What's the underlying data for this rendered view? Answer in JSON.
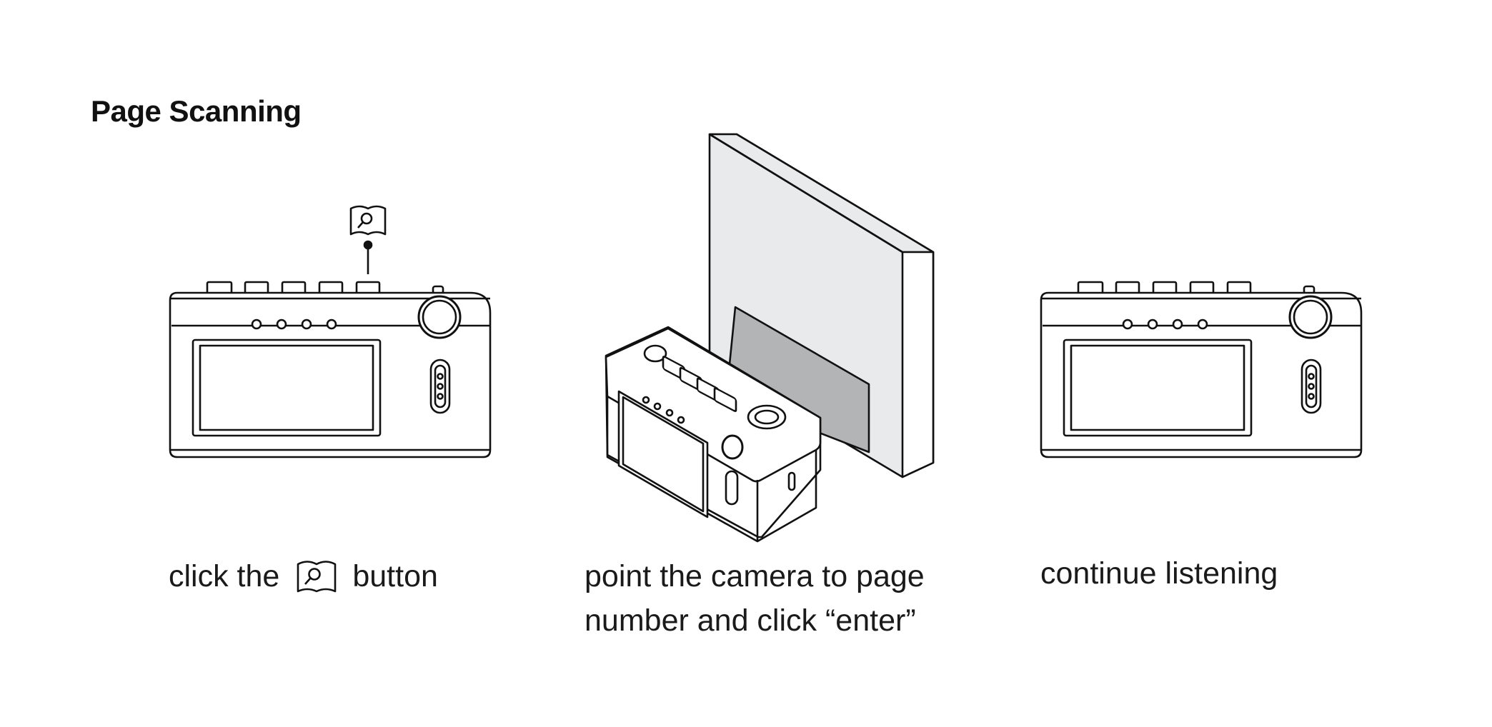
{
  "title": "Page Scanning",
  "steps": [
    {
      "before": "click the",
      "icon": "book-magnifier-icon",
      "after": "button"
    },
    {
      "line1": "point the camera to page",
      "line2": "number and click “enter”"
    },
    {
      "text": "continue listening"
    }
  ],
  "colors": {
    "stroke": "#111111",
    "page_fill": "#e9eaec",
    "shadow_fill": "#b3b4b6"
  }
}
